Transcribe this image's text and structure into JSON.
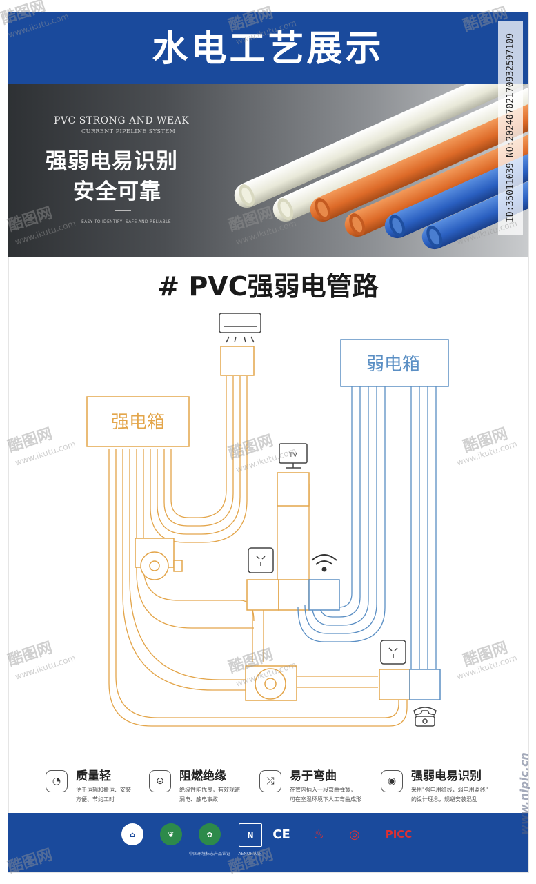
{
  "poster": {
    "title": "水电工艺展示",
    "hero": {
      "en_line1": "PVC STRONG AND WEAK",
      "en_line2": "CURRENT PIPELINE SYSTEM",
      "cn_line1": "强弱电易识别",
      "cn_line2": "安全可靠",
      "en_line3": "EASY TO IDENTIFY, SAFE AND RELIABLE"
    },
    "section_title": "# PVC强弱电管路",
    "diagram": {
      "strong_box_label": "强电箱",
      "weak_box_label": "弱电箱",
      "tv_label": "TV",
      "strong_color": "#e3a54a",
      "weak_color": "#5b8fc4"
    },
    "features": [
      {
        "icon": "gauge-icon",
        "title": "质量轻",
        "desc1": "便于运输和搬运、安装",
        "desc2": "方便、节约工时"
      },
      {
        "icon": "flame-shield-icon",
        "title": "阻燃绝缘",
        "desc1": "绝缘性能优良，有效规避",
        "desc2": "漏电、触电事故"
      },
      {
        "icon": "shuffle-icon",
        "title": "易于弯曲",
        "desc1": "在管内插入一段弯曲弹簧，",
        "desc2": "可在室温环境下人工弯曲成形"
      },
      {
        "icon": "eye-icon",
        "title": "强弱电易识别",
        "desc1": "采用\"强电用红线，弱电用蓝线\"",
        "desc2": "的设计理念，规避安装混乱"
      }
    ],
    "certifications": [
      {
        "icon": "house-logo-icon",
        "caption": ""
      },
      {
        "icon": "eco-logo-icon",
        "caption": ""
      },
      {
        "icon": "env-label-icon",
        "caption": "中国环境标志产品认证"
      },
      {
        "icon": "n-mark-icon",
        "caption": "AENOR认证"
      },
      {
        "icon": "ce-mark-icon",
        "caption": ""
      },
      {
        "icon": "flame-logo-icon",
        "caption": ""
      },
      {
        "icon": "round-logo-icon",
        "caption": ""
      },
      {
        "icon": "picc-logo-icon",
        "caption": "PICC"
      }
    ],
    "colors": {
      "brand_blue": "#1a4a9c"
    },
    "watermarks": {
      "brand": "酷图网",
      "url": "www.ikutu.com",
      "id_text": "ID:35011039 NO:20240702170932597109",
      "side_text": "www.nipic.cn"
    }
  }
}
